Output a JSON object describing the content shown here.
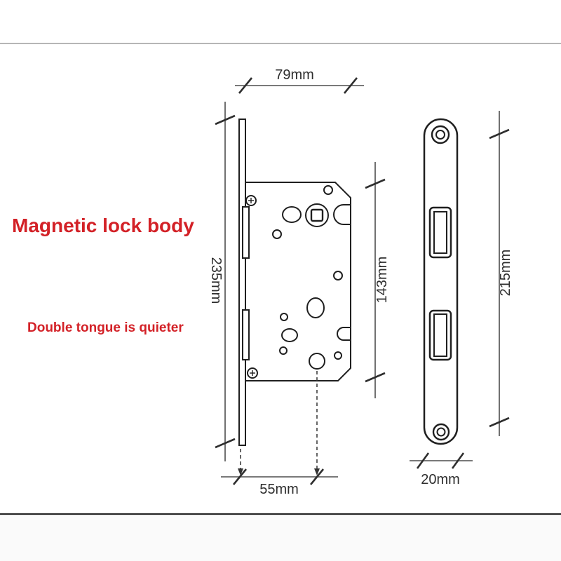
{
  "annotations": {
    "title": "Magnetic lock body",
    "subtitle": "Double tongue is quieter"
  },
  "dimensions": {
    "body_width": "79mm",
    "faceplate_height": "235mm",
    "body_height": "143mm",
    "strike_plate_height": "215mm",
    "backset": "55mm",
    "strike_plate_width": "20mm"
  },
  "colors": {
    "annotation_red": "#d32127",
    "drawing_line": "#1f1f1f",
    "dimension_line": "#4d4d4d"
  }
}
